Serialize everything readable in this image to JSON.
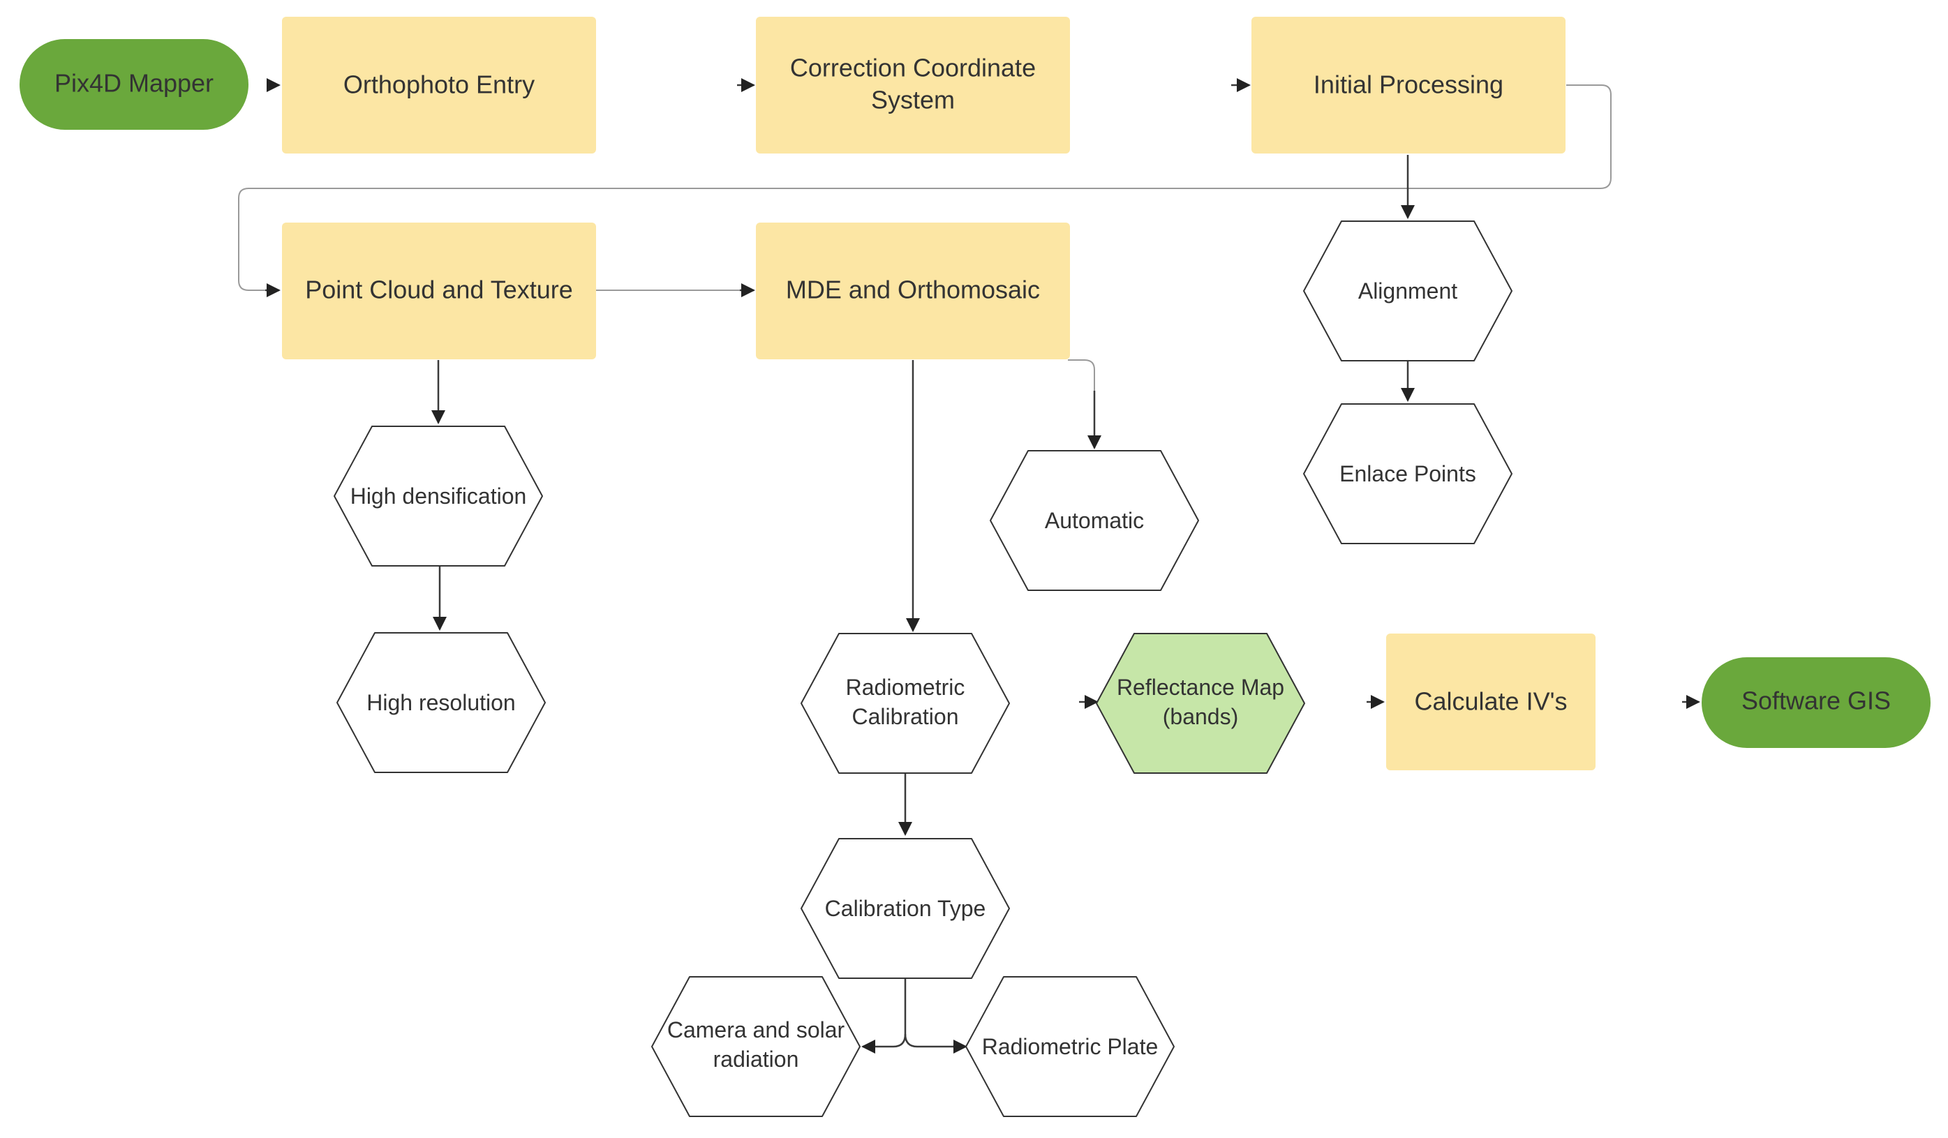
{
  "colors": {
    "terminal_fill": "#6aa83c",
    "process_fill": "#fce6a4",
    "highlight_hex_fill": "#c6e6a8",
    "hex_fill": "#ffffff",
    "stroke": "#333333"
  },
  "nodes": {
    "pix4d_mapper": "Pix4D Mapper",
    "orthophoto_entry": "Orthophoto Entry",
    "correction_coordinate_system": [
      "Correction Coordinate",
      "System"
    ],
    "initial_processing": "Initial Processing",
    "point_cloud_and_texture": "Point Cloud and Texture",
    "mde_and_orthomosaic": "MDE and Orthomosaic",
    "alignment": "Alignment",
    "enlace_points": "Enlace Points",
    "high_densification": "High densification",
    "high_resolution": "High resolution",
    "automatic": "Automatic",
    "radiometric_calibration": [
      "Radiometric",
      "Calibration"
    ],
    "reflectance_map": [
      "Reflectance Map",
      "(bands)"
    ],
    "calculate_ivs": "Calculate IV's",
    "software_gis": "Software GIS",
    "calibration_type": "Calibration Type",
    "camera_and_solar_radiation": [
      "Camera and solar",
      "radiation"
    ],
    "radiometric_plate": "Radiometric Plate"
  }
}
